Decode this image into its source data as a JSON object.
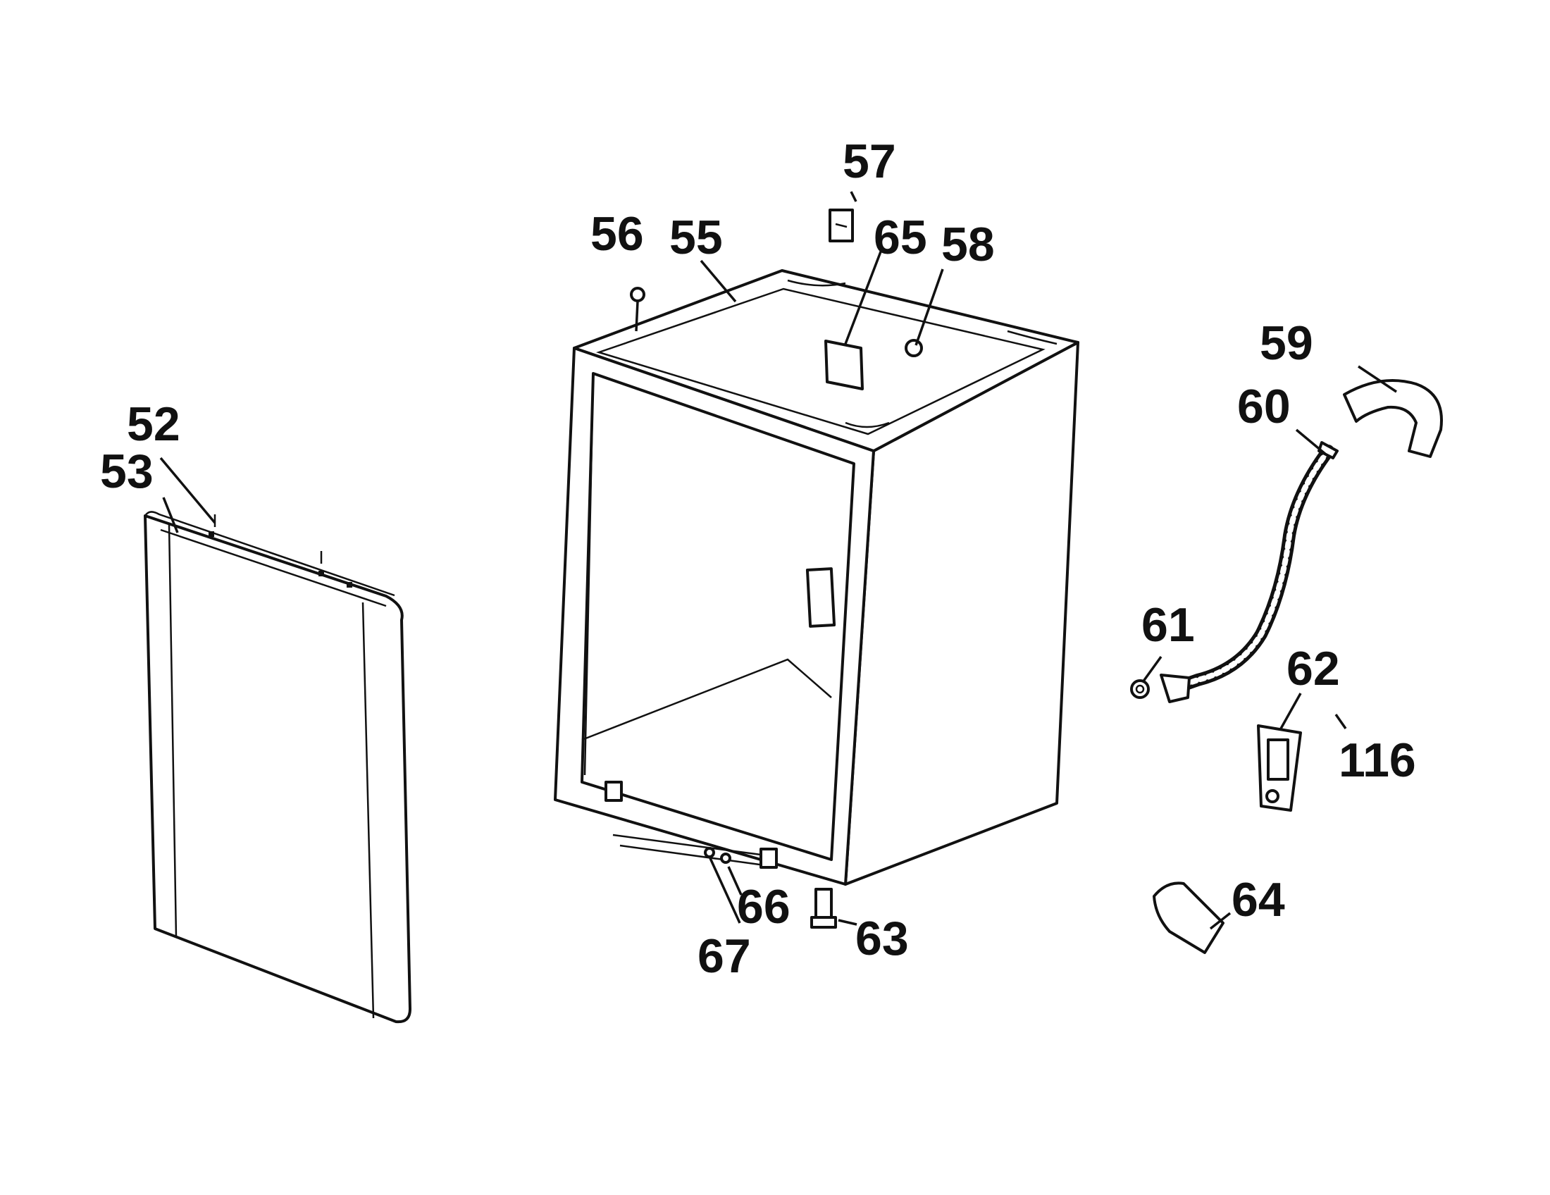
{
  "diagram": {
    "callouts": [
      {
        "id": "c52",
        "label": "52"
      },
      {
        "id": "c53",
        "label": "53"
      },
      {
        "id": "c55",
        "label": "55"
      },
      {
        "id": "c56",
        "label": "56"
      },
      {
        "id": "c57",
        "label": "57"
      },
      {
        "id": "c58",
        "label": "58"
      },
      {
        "id": "c59",
        "label": "59"
      },
      {
        "id": "c60",
        "label": "60"
      },
      {
        "id": "c61",
        "label": "61"
      },
      {
        "id": "c62",
        "label": "62"
      },
      {
        "id": "c63",
        "label": "63"
      },
      {
        "id": "c64",
        "label": "64"
      },
      {
        "id": "c65",
        "label": "65"
      },
      {
        "id": "c66",
        "label": "66"
      },
      {
        "id": "c67",
        "label": "67"
      },
      {
        "id": "c116",
        "label": "116"
      }
    ]
  }
}
